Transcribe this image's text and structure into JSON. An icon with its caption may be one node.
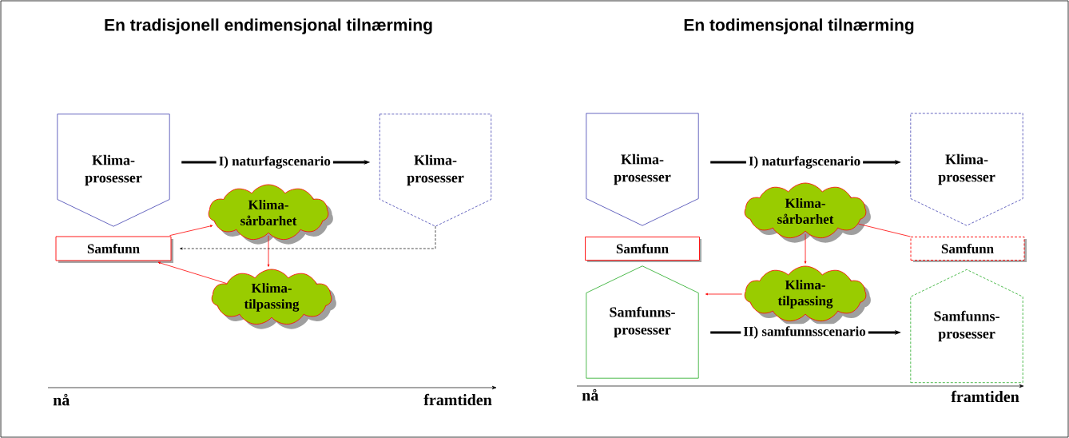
{
  "diagram": {
    "nodes": [
      {
        "text": [
          "Klima- prosesser"
        ]
      },
      {
        "text": [
          "Klima- prosesser"
        ]
      },
      {
        "text": [
          "Samfunn"
        ]
      },
      {
        "text": [
          "Klima- sårbarhet"
        ]
      },
      {
        "text": [
          "Klima- tilpassing"
        ]
      },
      {
        "text": [
          "Klima- prosesser"
        ]
      },
      {
        "text": [
          "Klima- prosesser"
        ]
      },
      {
        "text": [
          "Samfunn"
        ]
      },
      {
        "text": [
          "Samfunn"
        ]
      },
      {
        "text": [
          "Klima- sårbarhet"
        ]
      },
      {
        "text": [
          "Klima- tilpassing"
        ]
      },
      {
        "text": [
          "Samfunns- prosesser"
        ]
      },
      {
        "text": [
          "Samfunns- prosesser"
        ]
      }
    ],
    "edges": [
      {
        "from": 0,
        "to": 1,
        "arrow": "to",
        "label": "I) naturfagscenario",
        "style": "thick",
        "color": "#000000"
      },
      {
        "from": 2,
        "to": 3,
        "arrow": "to"
      },
      {
        "from": 3,
        "to": 4,
        "arrow": "to"
      },
      {
        "from": 4,
        "to": 2,
        "arrow": "to"
      },
      {
        "from": 1,
        "to": 2,
        "arrow": "to",
        "style": "dashed",
        "color": "#000000"
      },
      {
        "from": 5,
        "to": 6,
        "arrow": "to",
        "label": "I) naturfagscenario",
        "style": "thick",
        "color": "#000000"
      },
      {
        "from": 9,
        "to": 8,
        "arrow": "none"
      },
      {
        "from": 9,
        "to": 10,
        "arrow": "to"
      },
      {
        "from": 10,
        "to": 11,
        "arrow": "to"
      },
      {
        "from": 11,
        "to": 12,
        "arrow": "to",
        "label": "II) samfunnsscenario",
        "style": "thick",
        "color": "#000000"
      }
    ],
    "labels": [
      "En tradisjonell endimensjonal tilnærming",
      "En todimensjonal tilnærming",
      "nå",
      "framtiden",
      "nå",
      "framtiden"
    ]
  }
}
